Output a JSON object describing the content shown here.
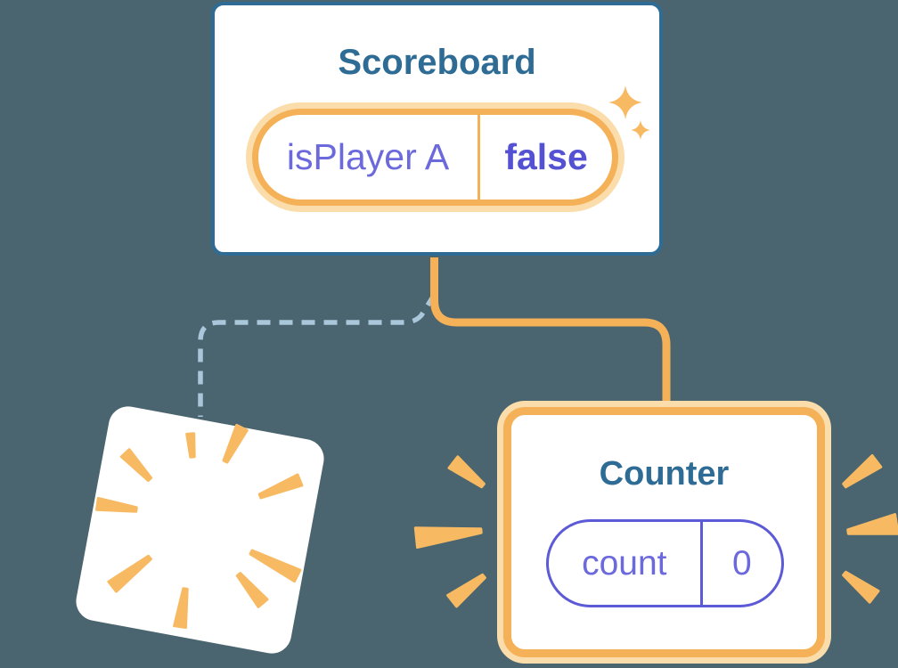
{
  "scoreboard": {
    "title": "Scoreboard",
    "state": {
      "name": "isPlayer A",
      "value": "false"
    }
  },
  "counter": {
    "title": "Counter",
    "state": {
      "name": "count",
      "value": "0"
    }
  },
  "icons": {
    "sparkles": "sparkle-icon",
    "bursts": "burst-rays-icon"
  },
  "colors": {
    "background": "#4a656f",
    "card-bg": "#ffffff",
    "card-border": "#2e6c95",
    "heading": "#2e6c95",
    "orange": "#f5b158",
    "orange-light": "#fbddab",
    "ray": "#f7ba63",
    "purple-text": "#6b69dc",
    "purple-bold": "#5452d2",
    "purple-border": "#5c5ad6",
    "dash": "#a9c6da"
  }
}
